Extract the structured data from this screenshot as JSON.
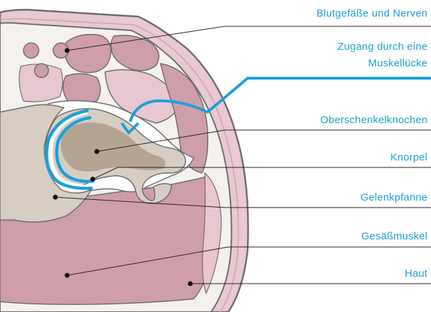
{
  "colors": {
    "accent": "#1aa1d8",
    "outline": "#6d6d6d",
    "skin": "#e9c9d2",
    "muscle": "#cf9eab",
    "muscle_light": "#e8c7d0",
    "fat": "#f4f1ef",
    "bone_outer": "#d7cdc3",
    "bone_inner": "#b6a493",
    "cartilage": "#ffffff",
    "leader": "#222222"
  },
  "labels": {
    "vessels": "Blutgefäße und Nerven",
    "access_line1": "Zugang durch eine",
    "access_line2": "Muskellücke",
    "femur": "Oberschenkelknochen",
    "cartilage": "Knorpel",
    "socket": "Gelenkpfanne",
    "gluteus": "Gesäßmuskel",
    "skin": "Haut"
  }
}
